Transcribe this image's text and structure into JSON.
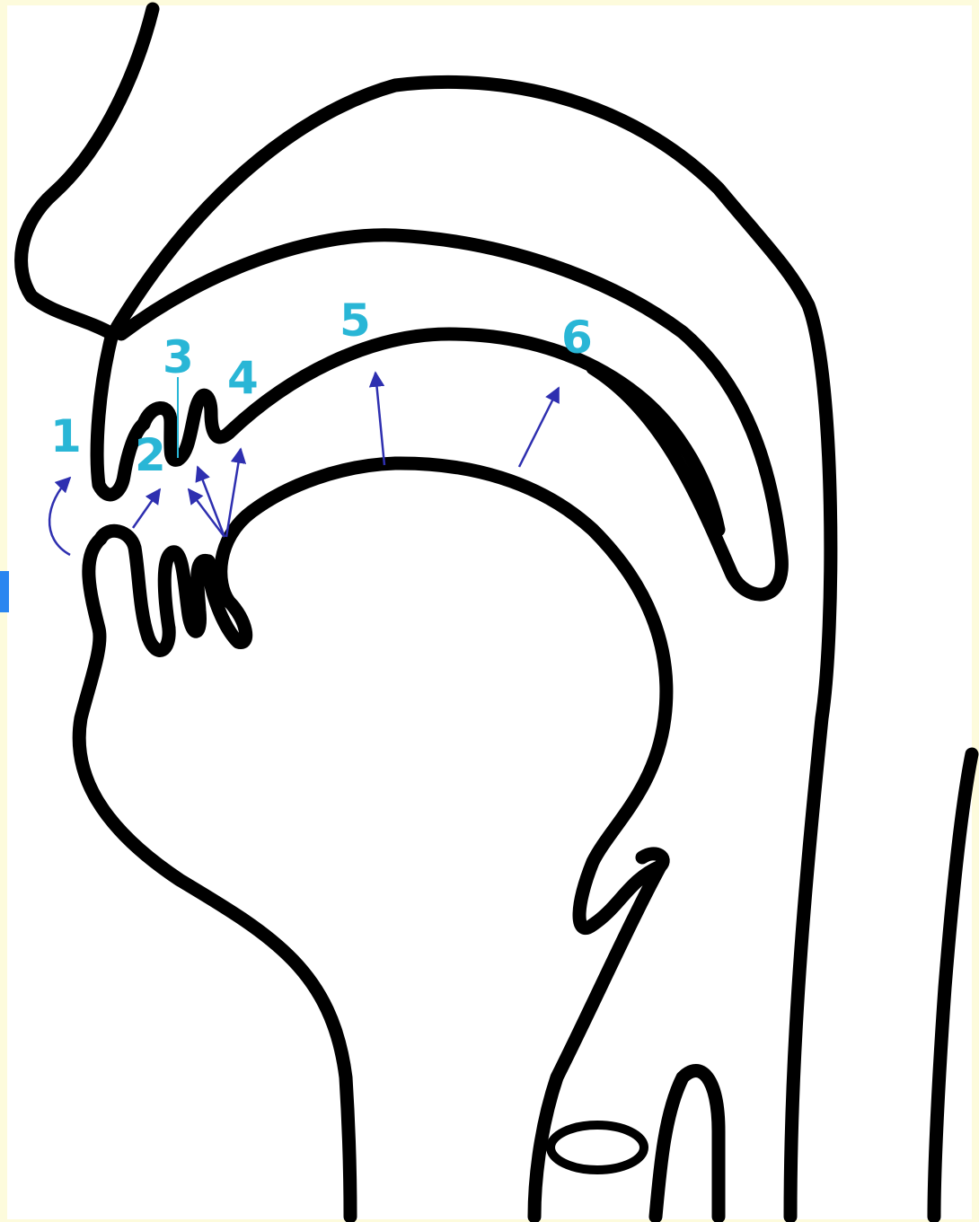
{
  "diagram": {
    "labels": [
      {
        "id": "1",
        "text": "1"
      },
      {
        "id": "2",
        "text": "2"
      },
      {
        "id": "3",
        "text": "3"
      },
      {
        "id": "4",
        "text": "4"
      },
      {
        "id": "5",
        "text": "5"
      },
      {
        "id": "6",
        "text": "6"
      }
    ]
  },
  "colors": {
    "background": "#fdfbdc",
    "outline": "#000000",
    "label": "#29b6d6",
    "arrow": "#2e2fb0",
    "cursor": "#2a86f0"
  }
}
